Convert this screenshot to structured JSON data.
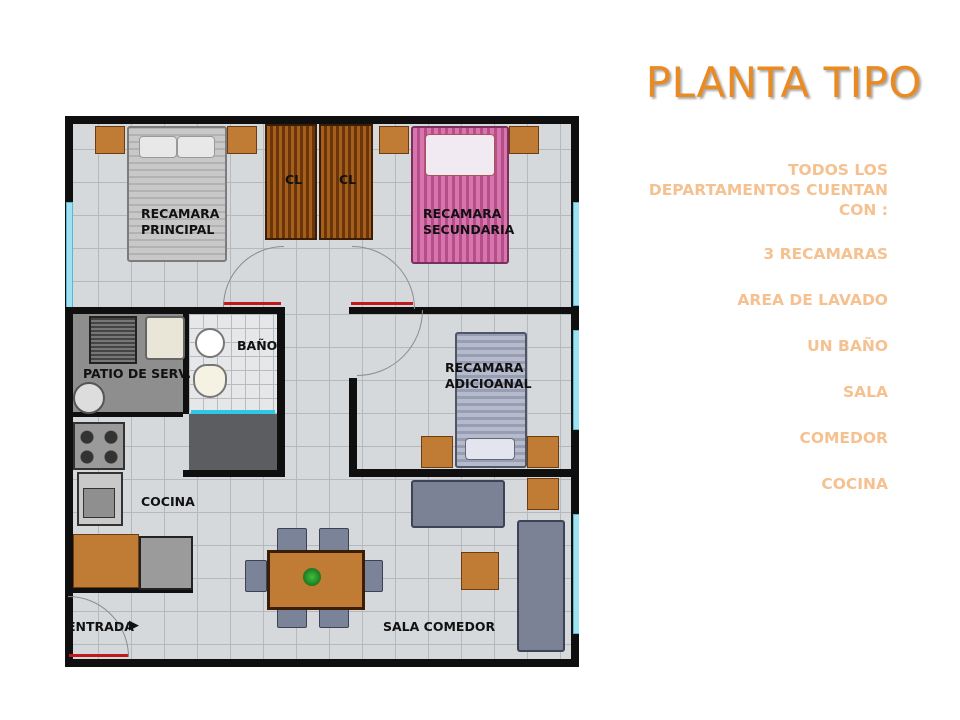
{
  "page": {
    "title": "PLANTA TIPO"
  },
  "features": {
    "intro": "TODOS  LOS DEPARTAMENTOS CUENTAN  CON :",
    "items": [
      "3 RECAMARAS",
      "AREA DE LAVADO",
      "UN BAÑO",
      "SALA",
      "COMEDOR",
      "COCINA"
    ]
  },
  "plan": {
    "labels": {
      "recamara_principal": "RECAMARA PRINCIPAL",
      "closet_1": "CL",
      "closet_2": "CL",
      "recamara_secundaria": "RECAMARA SECUNDARIA",
      "bano": "BAÑO",
      "patio": "PATIO DE SERV.",
      "recamara_adicional": "RECAMARA ADICIOANAL",
      "cocina": "COCINA",
      "entrada": "ENTRADA",
      "sala_comedor": "SALA COMEDOR"
    }
  },
  "colors": {
    "title": "#e98a22",
    "features": "#f5c190",
    "wall": "#0f0f0f",
    "wood": "#c07b35"
  }
}
